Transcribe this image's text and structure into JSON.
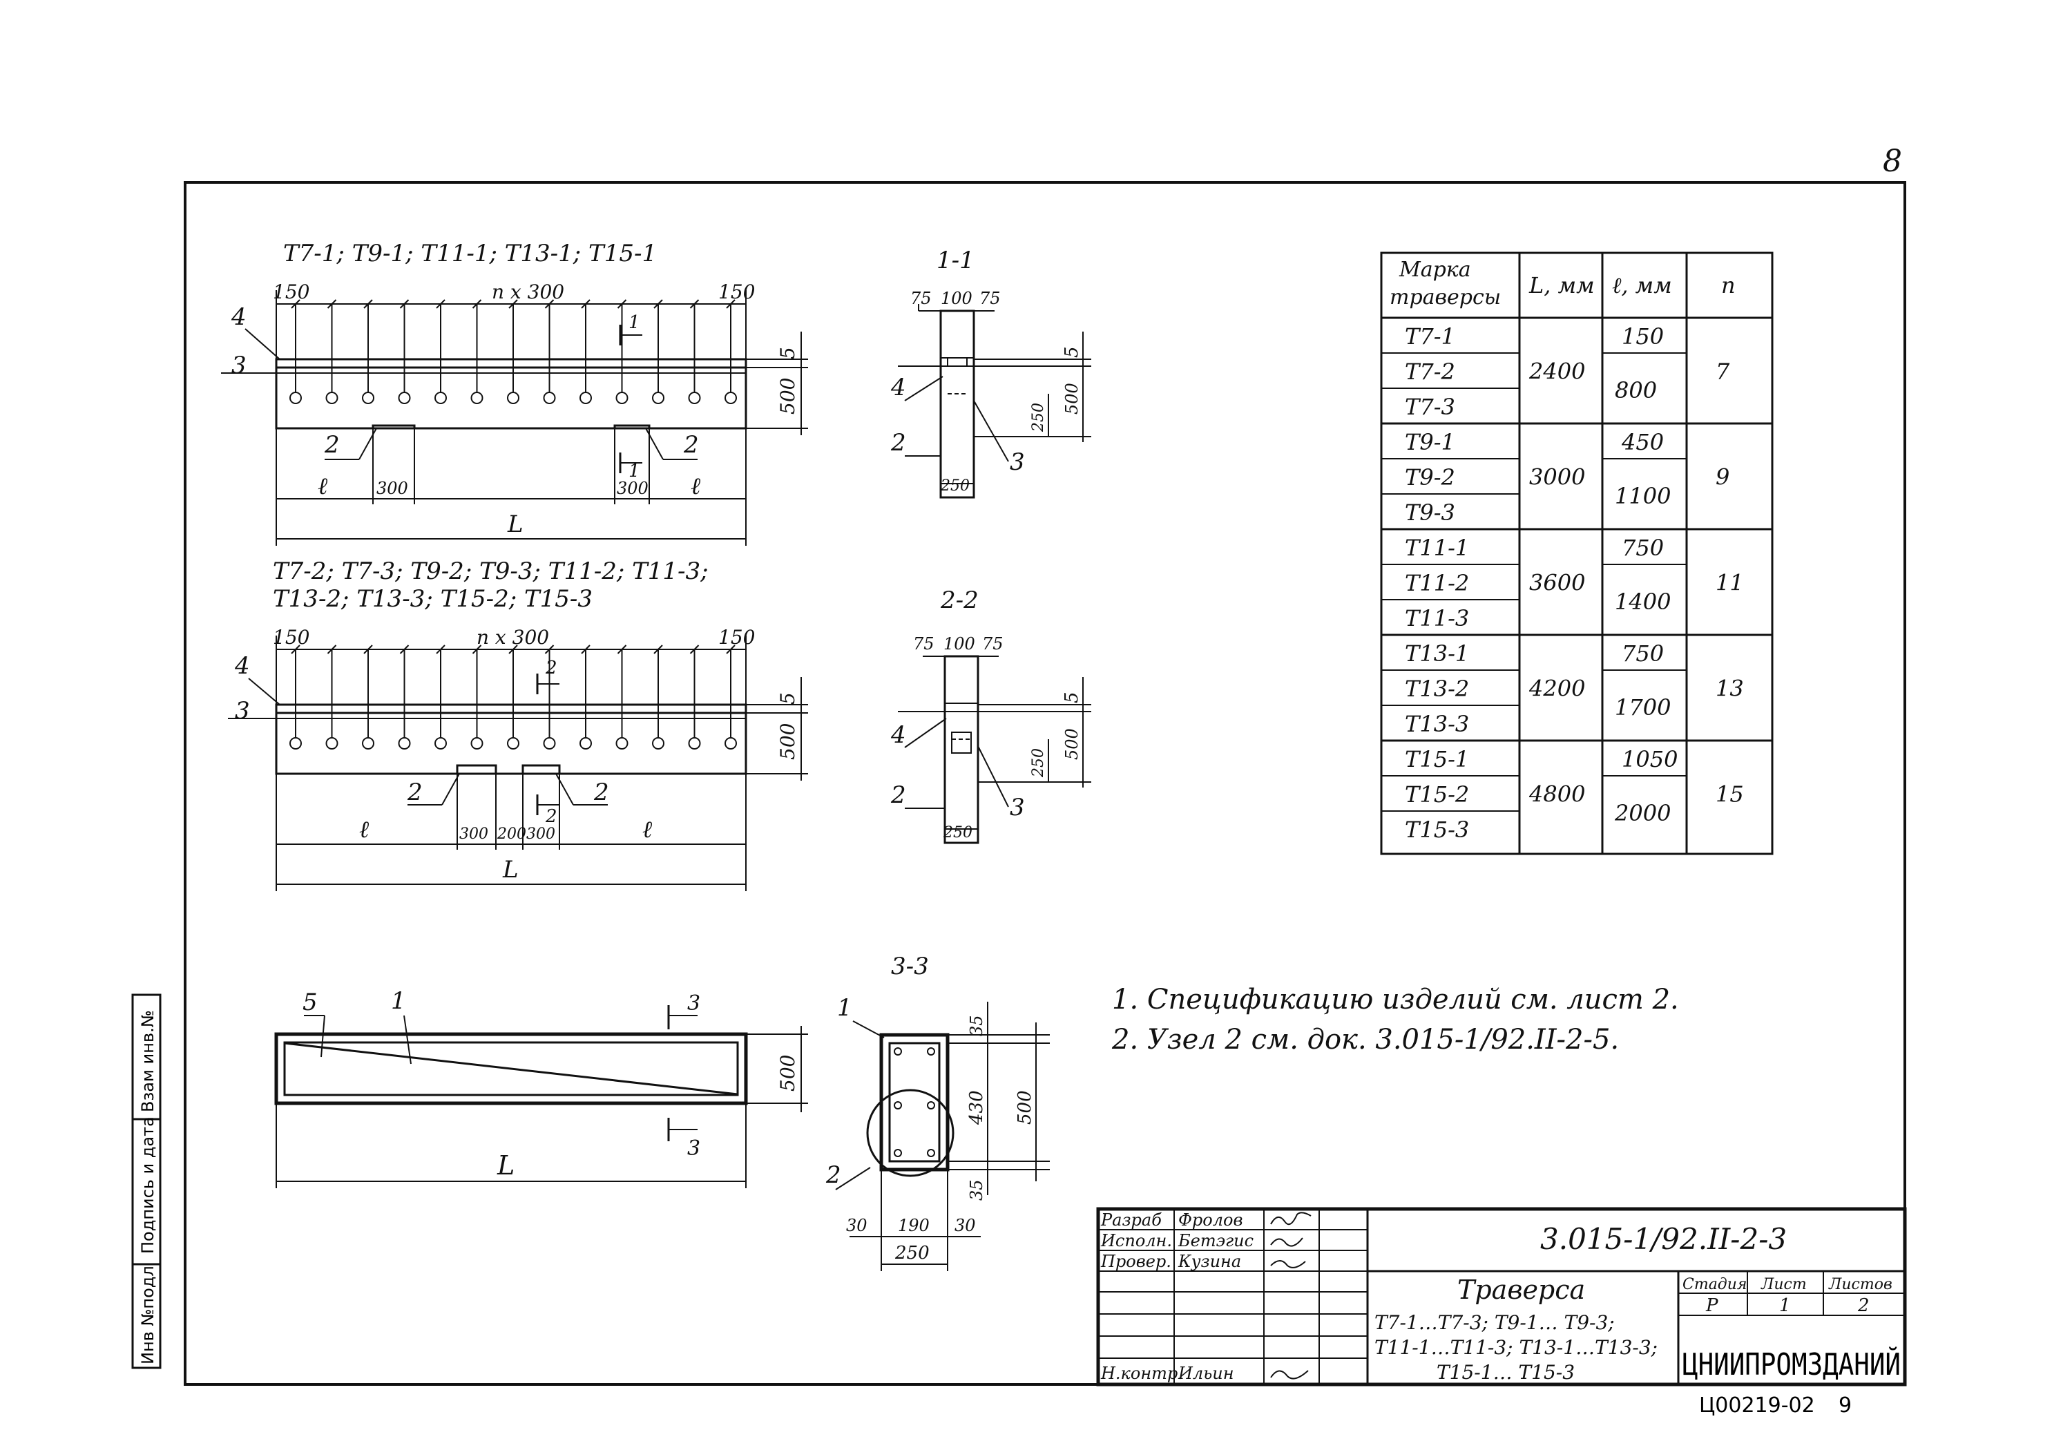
{
  "sheet": {
    "page_number": "8",
    "doc_code": "3.015-1/92.II-2-3",
    "title": "Траверса",
    "title_marks": [
      "Т7-1…Т7-3; Т9-1… Т9-3;",
      "Т11-1…Т11-3; Т13-1…Т13-3;",
      "Т15-1… Т15-3"
    ],
    "org": "ЦНИИПРОМЗДАНИЙ",
    "stamp_bottom": "Ц00219-02",
    "stamp_page": "9",
    "stage_header": "Стадия",
    "sheet_header": "Лист",
    "sheets_header": "Листов",
    "stage": "Р",
    "sheet_no": "1",
    "sheets_total": "2"
  },
  "side_stamp": {
    "inv_podl": "Инв №подл",
    "sign_date": "Подпись и дата",
    "vzam_inv": "Взам инв.№"
  },
  "signatures": [
    {
      "role": "Разраб",
      "name": "Фролов"
    },
    {
      "role": "Исполн.",
      "name": "Бетэгис"
    },
    {
      "role": "Провер.",
      "name": "Кузина"
    },
    {
      "role": "Н.контр.",
      "name": "Ильин"
    }
  ],
  "views": {
    "view1_title": "Т7-1; Т9-1; Т11-1; Т13-1; Т15-1",
    "view2_title_line1": "Т7-2; Т7-3; Т9-2; Т9-3; Т11-2; Т11-3;",
    "view2_title_line2": "Т13-2; Т13-3; Т15-2; Т15-3",
    "sec11": "1-1",
    "sec22": "2-2",
    "sec33": "3-3",
    "dim_150": "150",
    "dim_nx300": "n x 300",
    "dim_5": "5",
    "dim_500": "500",
    "dim_300": "300",
    "dim_200": "200",
    "dim_l": "ℓ",
    "dim_L": "L",
    "dim_75": "75",
    "dim_100": "100",
    "dim_250": "250",
    "dim_35": "35",
    "dim_430": "430",
    "dim_30": "30",
    "dim_190": "190",
    "cut_1": "1",
    "cut_2": "2",
    "cut_3": "3",
    "pos_1": "1",
    "pos_2": "2",
    "pos_3": "3",
    "pos_4": "4",
    "pos_5": "5"
  },
  "notes": [
    "1. Спецификацию изделий см. лист 2.",
    "2. Узел 2 см. док. 3.015-1/92.II-2-5."
  ],
  "table": {
    "headers": [
      "Марка траверсы",
      "L, мм",
      "ℓ, мм",
      "n"
    ],
    "header_line1": "Марка",
    "header_line2": "траверсы",
    "groups": [
      {
        "marks": [
          "Т7-1",
          "Т7-2",
          "Т7-3"
        ],
        "L": "2400",
        "l": [
          "150",
          "800"
        ],
        "n": "7"
      },
      {
        "marks": [
          "Т9-1",
          "Т9-2",
          "Т9-3"
        ],
        "L": "3000",
        "l": [
          "450",
          "1100"
        ],
        "n": "9"
      },
      {
        "marks": [
          "Т11-1",
          "Т11-2",
          "Т11-3"
        ],
        "L": "3600",
        "l": [
          "750",
          "1400"
        ],
        "n": "11"
      },
      {
        "marks": [
          "Т13-1",
          "Т13-2",
          "Т13-3"
        ],
        "L": "4200",
        "l": [
          "750",
          "1700"
        ],
        "n": "13"
      },
      {
        "marks": [
          "Т15-1",
          "Т15-2",
          "Т15-3"
        ],
        "L": "4800",
        "l": [
          "1050",
          "2000"
        ],
        "n": "15"
      }
    ]
  }
}
